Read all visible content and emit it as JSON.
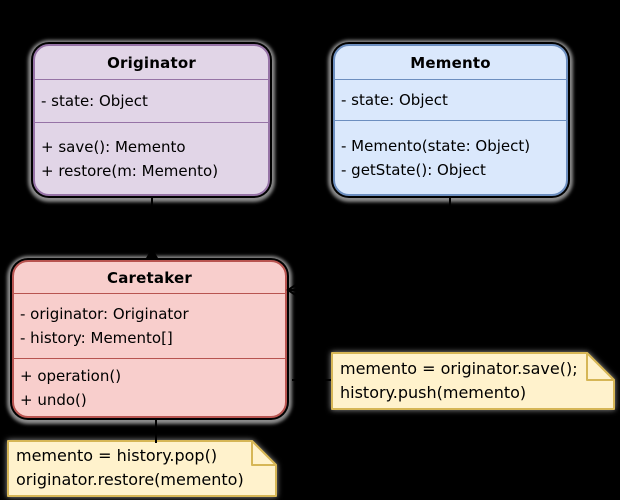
{
  "diagram": {
    "background": "#000000",
    "shadow_color": "#989898",
    "classes": [
      {
        "title": "Originator",
        "attributes": [
          "- state: Object"
        ],
        "methods": [
          "+ save(): Memento",
          "+ restore(m: Memento)"
        ],
        "fill": "#e1d5e7",
        "stroke": "#9673a6"
      },
      {
        "title": "Memento",
        "attributes": [
          "- state: Object"
        ],
        "methods": [
          "- Memento(state: Object)",
          "- getState(): Object"
        ],
        "fill": "#dae8fc",
        "stroke": "#6c8ebf"
      },
      {
        "title": "Caretaker",
        "attributes": [
          "- originator: Originator",
          "- history: Memento[]"
        ],
        "methods": [
          "+ operation()",
          "+ undo()"
        ],
        "fill": "#f8cecc",
        "stroke": "#b85450"
      }
    ],
    "notes": [
      {
        "lines": [
          "memento = originator.save();",
          "history.push(memento)"
        ],
        "fill": "#fff2cc",
        "stroke": "#d6b656"
      },
      {
        "lines": [
          "memento = history.pop()",
          "originator.restore(memento)"
        ],
        "fill": "#fff2cc",
        "stroke": "#d6b656"
      }
    ]
  }
}
